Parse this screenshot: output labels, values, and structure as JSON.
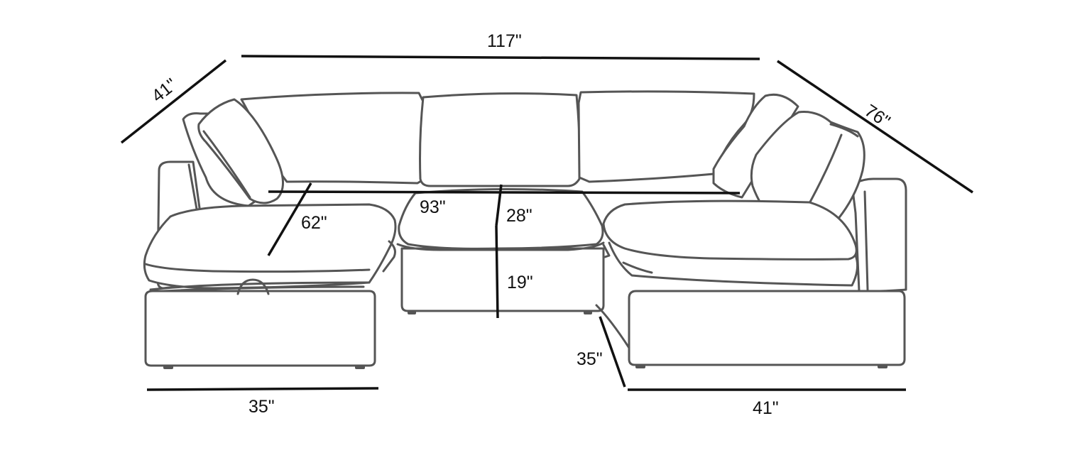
{
  "dimensions": {
    "overall_width": "117\"",
    "left_depth": "41\"",
    "right_depth": "76\"",
    "inner_width": "93\"",
    "chaise_length": "62\"",
    "back_height": "28\"",
    "seat_height": "19\"",
    "ottoman_width": "35\"",
    "ottoman_depth": "35\"",
    "corner_width": "41\""
  },
  "colors": {
    "outline": "#555555",
    "dimension_line": "#111111",
    "background": "#ffffff"
  }
}
